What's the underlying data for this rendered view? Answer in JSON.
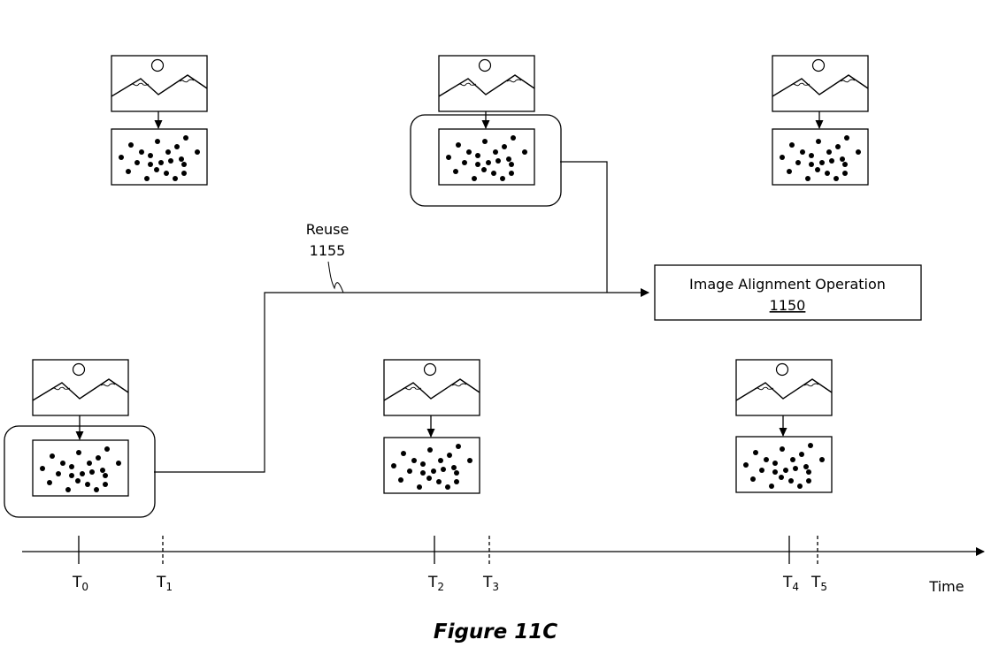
{
  "figure": {
    "caption": "Figure 11C",
    "operation_box": {
      "title": "Image Alignment Operation",
      "ref": "1150"
    },
    "reuse_label": {
      "title": "Reuse",
      "ref": "1155"
    },
    "axis_label": "Time",
    "time_markers": [
      {
        "name": "T",
        "sub": "0",
        "style": "solid"
      },
      {
        "name": "T",
        "sub": "1",
        "style": "dashed"
      },
      {
        "name": "T",
        "sub": "2",
        "style": "solid"
      },
      {
        "name": "T",
        "sub": "3",
        "style": "dashed"
      },
      {
        "name": "T",
        "sub": "4",
        "style": "solid"
      },
      {
        "name": "T",
        "sub": "5",
        "style": "dashed"
      }
    ],
    "frames": [
      {
        "id": "frame-top-1",
        "highlighted": false
      },
      {
        "id": "frame-top-2",
        "highlighted": true
      },
      {
        "id": "frame-top-3",
        "highlighted": false
      },
      {
        "id": "frame-bottom-1",
        "highlighted": true
      },
      {
        "id": "frame-bottom-2",
        "highlighted": false
      },
      {
        "id": "frame-bottom-3",
        "highlighted": false
      }
    ],
    "colors": {
      "line": "#000000",
      "background": "#ffffff"
    }
  }
}
